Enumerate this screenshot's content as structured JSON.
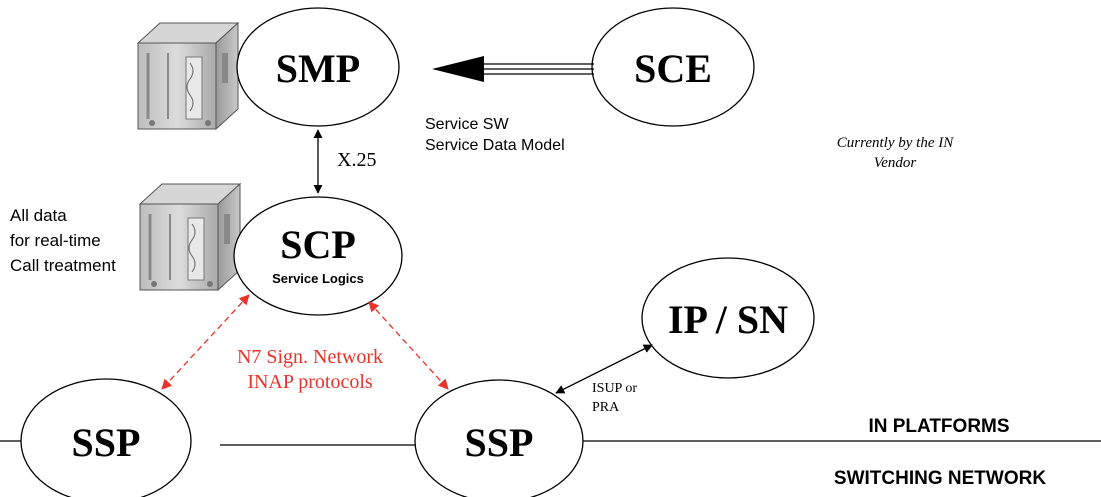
{
  "nodes": {
    "smp": "SMP",
    "sce": "SCE",
    "scp": "SCP",
    "scp_sub": "Service Logics",
    "ipsn": "IP / SN",
    "ssp_left": "SSP",
    "ssp_right": "SSP"
  },
  "labels": {
    "service_sw": "Service SW",
    "service_data_model": "Service Data Model",
    "x25": "X.25",
    "vendor_line1": "Currently by the IN",
    "vendor_line2": "Vendor",
    "all_data_line1": "All data",
    "all_data_line2": "for real-time",
    "all_data_line3": "Call treatment",
    "n7_line1": "N7 Sign. Network",
    "n7_line2": "INAP protocols",
    "isup_line1": "ISUP or",
    "isup_line2": "PRA",
    "in_platforms": "IN PLATFORMS",
    "switching_network": "SWITCHING NETWORK"
  },
  "icons": [
    "server-icon",
    "server-icon"
  ],
  "colors": {
    "signalling": "#e8322a",
    "line": "#000000"
  }
}
